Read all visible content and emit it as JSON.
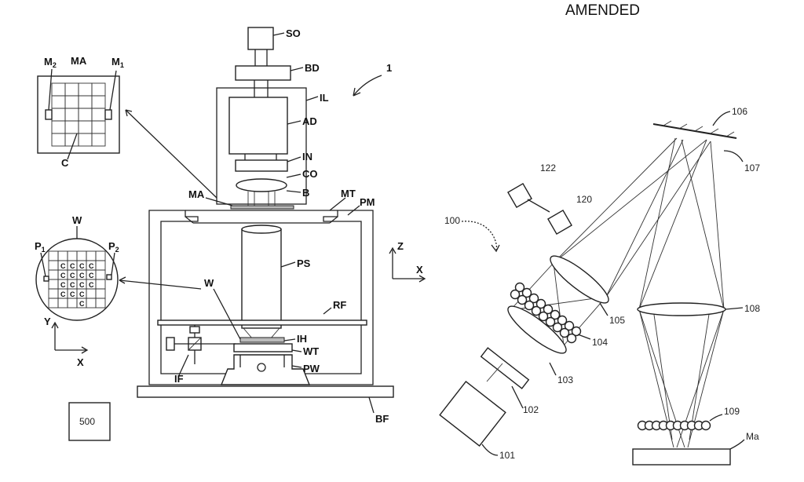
{
  "header": {
    "amended": "AMENDED"
  },
  "left_figure": {
    "labels": {
      "so": "SO",
      "bd": "BD",
      "il": "IL",
      "ad": "AD",
      "in": "IN",
      "co": "CO",
      "b": "B",
      "mt": "MT",
      "pm": "PM",
      "ma_top": "MA",
      "ps": "PS",
      "w": "W",
      "rf": "RF",
      "ih": "IH",
      "wt": "WT",
      "pw": "PW",
      "if": "IF",
      "bf": "BF",
      "ref1": "1",
      "box500": "500"
    },
    "mask": {
      "ma": "MA",
      "m2": "M",
      "m2_sub": "2",
      "m1": "M",
      "m1_sub": "1",
      "c": "C"
    },
    "wafer": {
      "w": "W",
      "p1": "P",
      "p1_sub": "1",
      "p2": "P",
      "p2_sub": "2",
      "c": "C",
      "axis_y": "Y",
      "axis_x": "X"
    },
    "axes_zx": {
      "z": "Z",
      "x": "X"
    }
  },
  "right_figure": {
    "labels": {
      "n100": "100",
      "n101": "101",
      "n102": "102",
      "n103": "103",
      "n104": "104",
      "n105": "105",
      "n106": "106",
      "n107": "107",
      "n108": "108",
      "n109": "109",
      "n120": "120",
      "n122": "122",
      "ma": "Ma"
    }
  }
}
